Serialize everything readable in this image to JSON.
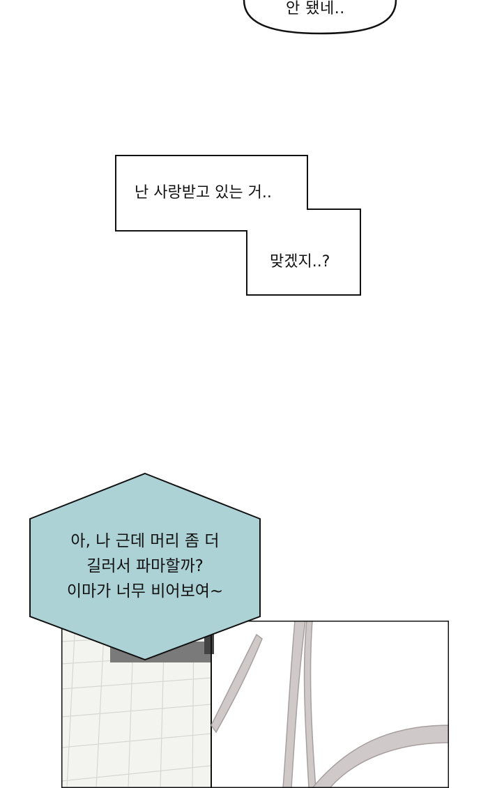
{
  "bubble_top": {
    "text": "안 됐네.."
  },
  "narration": {
    "line1": "난 사랑받고 있는 거..",
    "line2": "맞겠지..?"
  },
  "hex_bubble": {
    "line1": "아, 나 근데 머리 좀 더",
    "line2": "길러서 파마할까?",
    "line3": "이마가 너무 비어보여~",
    "fill_color": "#acd2d6"
  },
  "colors": {
    "background": "#ffffff",
    "outline": "#111111",
    "floor_tile": "#f2f2ef",
    "hair_gray": "#c9c2c2"
  }
}
